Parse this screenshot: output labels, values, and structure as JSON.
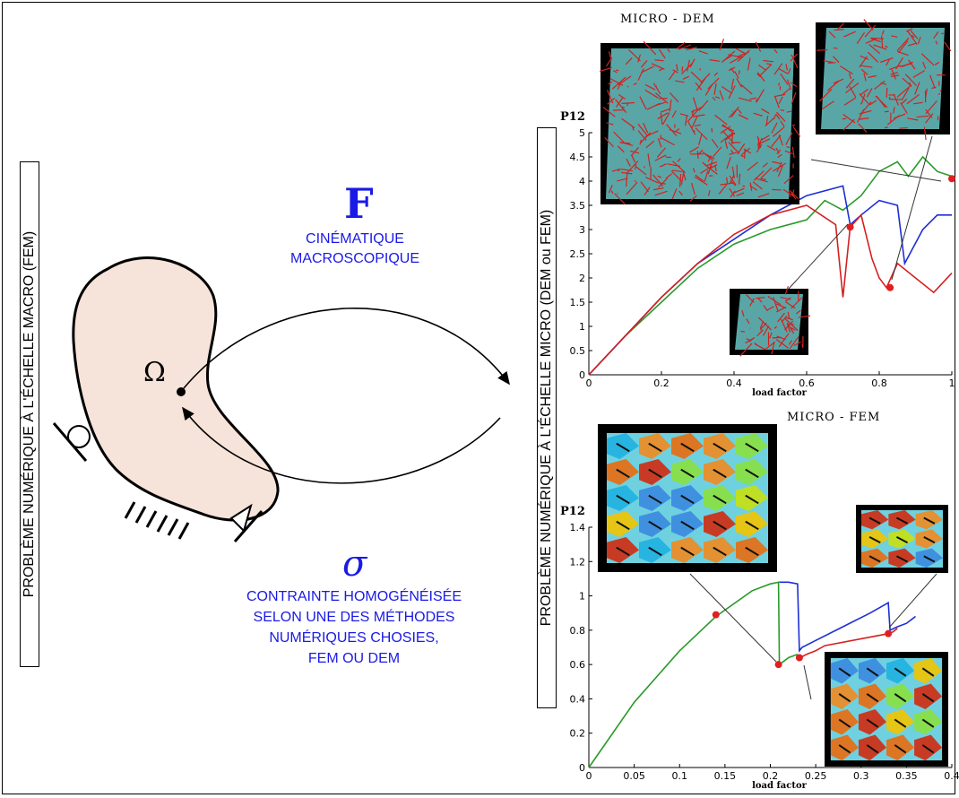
{
  "left_label": "PROBLÈME NUMÉRIQUE À L'ÉCHELLE MACRO (FEM)",
  "right_label": "PROBLÈME NUMÉRIQUE À L'ÉCHELLE MICRO (DEM ou FEM)",
  "omega": "Ω",
  "F_symbol": "F",
  "F_caption": [
    "CINÉMATIQUE",
    "MACROSCOPIQUE"
  ],
  "sigma_symbol": "σ",
  "sigma_caption": [
    "CONTRAINTE HOMOGÉNÉISÉE",
    "SELON UNE DES MÉTHODES",
    "NUMÉRIQUES CHOSIES,",
    "FEM OU DEM"
  ],
  "colors": {
    "text_blue": "#1a1ae6",
    "body_fill": "#f6e3d9",
    "series_green": "#2a9a2a",
    "series_blue": "#1c2fd6",
    "series_red": "#d42020"
  },
  "chart_data": [
    {
      "type": "line",
      "title": "MICRO - DEM",
      "ylabel": "P12",
      "xlabel": "load factor",
      "xlim": [
        0,
        1
      ],
      "ylim": [
        0,
        5
      ],
      "xticks": [
        "0",
        "0.2",
        "0.4",
        "0.6",
        "0.8",
        "1"
      ],
      "yticks": [
        "0",
        "0.5",
        "1",
        "1.5",
        "2",
        "2.5",
        "3",
        "3.5",
        "4",
        "4.5",
        "5"
      ],
      "series": [
        {
          "color": "green",
          "x": [
            0,
            0.1,
            0.2,
            0.3,
            0.4,
            0.5,
            0.6,
            0.65,
            0.7,
            0.75,
            0.8,
            0.85,
            0.88,
            0.92,
            0.96,
            1.0
          ],
          "y": [
            0,
            0.8,
            1.5,
            2.2,
            2.7,
            3.0,
            3.2,
            3.6,
            3.4,
            3.7,
            4.2,
            4.4,
            4.1,
            4.5,
            4.2,
            4.1
          ]
        },
        {
          "color": "blue",
          "x": [
            0,
            0.1,
            0.2,
            0.3,
            0.4,
            0.5,
            0.6,
            0.7,
            0.72,
            0.75,
            0.8,
            0.85,
            0.87,
            0.92,
            0.96,
            1.0
          ],
          "y": [
            0,
            0.8,
            1.6,
            2.3,
            2.8,
            3.3,
            3.7,
            3.9,
            3.1,
            3.3,
            3.6,
            3.5,
            2.3,
            3.0,
            3.3,
            3.3
          ]
        },
        {
          "color": "red",
          "x": [
            0,
            0.1,
            0.2,
            0.3,
            0.4,
            0.5,
            0.6,
            0.68,
            0.7,
            0.72,
            0.75,
            0.78,
            0.8,
            0.82,
            0.85,
            0.9,
            0.95,
            1.0
          ],
          "y": [
            0,
            0.8,
            1.6,
            2.3,
            2.9,
            3.3,
            3.5,
            3.1,
            1.6,
            3.05,
            3.3,
            2.4,
            2.0,
            1.8,
            2.3,
            2.0,
            1.7,
            2.1
          ]
        }
      ],
      "points": [
        {
          "x": 0.72,
          "y": 3.05
        },
        {
          "x": 0.83,
          "y": 1.8
        },
        {
          "x": 1.0,
          "y": 4.05
        }
      ]
    },
    {
      "type": "line",
      "title": "MICRO - FEM",
      "ylabel": "P12",
      "xlabel": "load factor",
      "xlim": [
        0,
        0.4
      ],
      "ylim": [
        0,
        1.4
      ],
      "xticks": [
        "0",
        "0.05",
        "0.1",
        "0.15",
        "0.2",
        "0.25",
        "0.3",
        "0.35",
        "0.4"
      ],
      "yticks": [
        "0",
        "0.2",
        "0.4",
        "0.6",
        "0.8",
        "1",
        "1.2",
        "1.4"
      ],
      "series": [
        {
          "color": "green",
          "x": [
            0,
            0.05,
            0.1,
            0.14,
            0.18,
            0.2,
            0.209,
            0.21,
            0.215,
            0.22,
            0.23
          ],
          "y": [
            0,
            0.38,
            0.68,
            0.88,
            1.03,
            1.07,
            1.08,
            0.6,
            0.62,
            0.64,
            0.66
          ]
        },
        {
          "color": "blue",
          "x": [
            0.21,
            0.22,
            0.23,
            0.232,
            0.235,
            0.25,
            0.28,
            0.31,
            0.33,
            0.332,
            0.34,
            0.35,
            0.36
          ],
          "y": [
            1.08,
            1.08,
            1.07,
            0.68,
            0.7,
            0.74,
            0.82,
            0.9,
            0.96,
            0.8,
            0.82,
            0.84,
            0.88
          ]
        },
        {
          "color": "red",
          "x": [
            0.233,
            0.24,
            0.25,
            0.26,
            0.33,
            0.335,
            0.34
          ],
          "y": [
            0.64,
            0.66,
            0.68,
            0.71,
            0.78,
            0.79,
            0.81
          ]
        }
      ],
      "points": [
        {
          "x": 0.14,
          "y": 0.89
        },
        {
          "x": 0.209,
          "y": 0.6
        },
        {
          "x": 0.232,
          "y": 0.64
        },
        {
          "x": 0.33,
          "y": 0.78
        }
      ]
    }
  ]
}
